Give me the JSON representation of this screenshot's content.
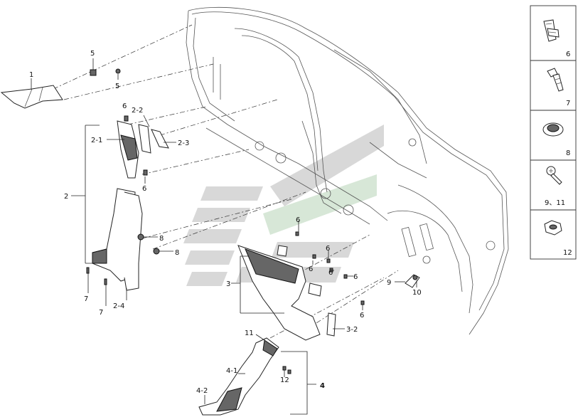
{
  "labels": {
    "p1": "1",
    "p2": "2",
    "p2_1": "2-1",
    "p2_2": "2-2",
    "p2_3": "2-3",
    "p2_4": "2-4",
    "p3": "3",
    "p3_2": "3-2",
    "p4": "4",
    "p4_1": "4-1",
    "p4_2": "4-2",
    "p5": "5",
    "p5b": "5",
    "p6a": "6",
    "p6b": "6",
    "p6c": "6",
    "p6d": "6",
    "p6e": "6",
    "p6f": "6",
    "p6g": "6",
    "p6h": "6",
    "p7a": "7",
    "p7b": "7",
    "p8a": "8",
    "p8b": "8",
    "p9": "9",
    "p10": "10",
    "p11": "11",
    "p12": "12"
  },
  "legend": [
    {
      "label": "6",
      "icon": "clip-icon"
    },
    {
      "label": "7",
      "icon": "screw-icon"
    },
    {
      "label": "8",
      "icon": "grommet-icon"
    },
    {
      "label": "9、11",
      "icon": "bolt-icon"
    },
    {
      "label": "12",
      "icon": "nut-icon"
    }
  ]
}
